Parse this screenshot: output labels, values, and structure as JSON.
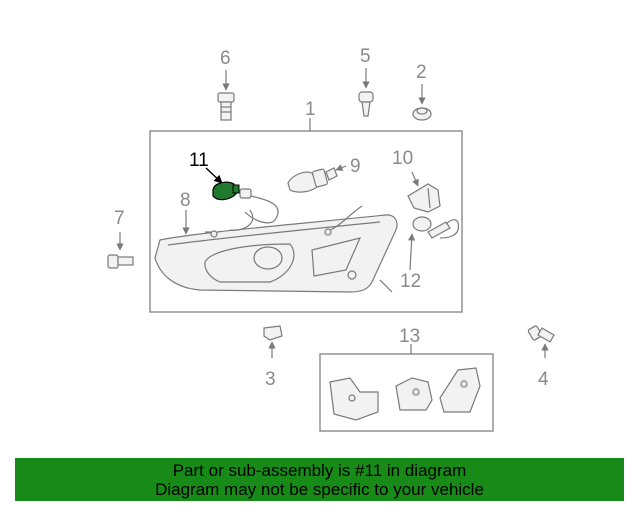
{
  "callouts": {
    "c1": "1",
    "c2": "2",
    "c3": "3",
    "c4": "4",
    "c5": "5",
    "c6": "6",
    "c7": "7",
    "c8": "8",
    "c9": "9",
    "c10": "10",
    "c11": "11",
    "c12": "12",
    "c13": "13"
  },
  "banner": {
    "line1": "Part or sub-assembly is #11 in diagram",
    "line2": "Diagram may not be specific to your vehicle"
  },
  "colors": {
    "highlight_part": "#1f7a2e",
    "banner_bg": "#178a17",
    "line_gray": "#7a7a7a"
  }
}
